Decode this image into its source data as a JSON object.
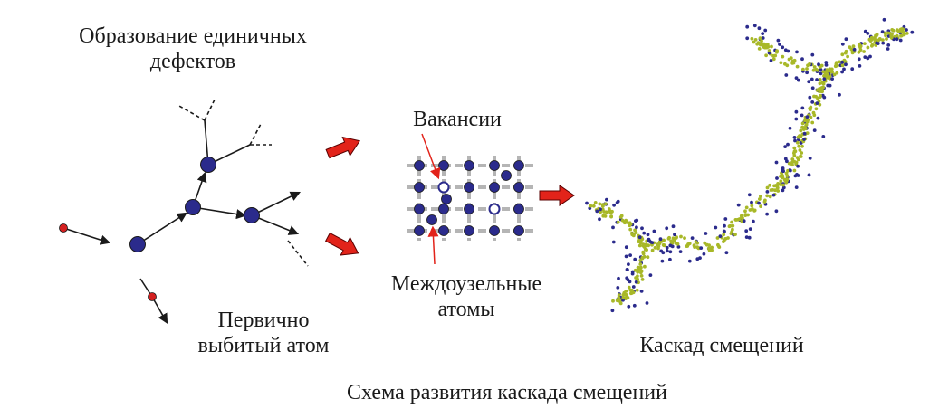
{
  "labels": {
    "single_defects_line1": "Образование единичных",
    "single_defects_line2": "дефектов",
    "vacancies": "Вакансии",
    "interstitials_line1": "Междоузельные",
    "interstitials_line2": "атомы",
    "pka_line1": "Первично",
    "pka_line2": "выбитый атом",
    "cascade": "Каскад смещений",
    "caption": "Схема развития каскада смещений"
  },
  "colors": {
    "atom": "#2b2b8c",
    "pka_atom": "#d42020",
    "arrow_red": "#e2231a",
    "grid_line": "#b5b5b5",
    "cascade_vacancy_dot": "#2b2b8c",
    "cascade_interstitial_dot": "#a8b828",
    "line": "#1a1a1a"
  }
}
